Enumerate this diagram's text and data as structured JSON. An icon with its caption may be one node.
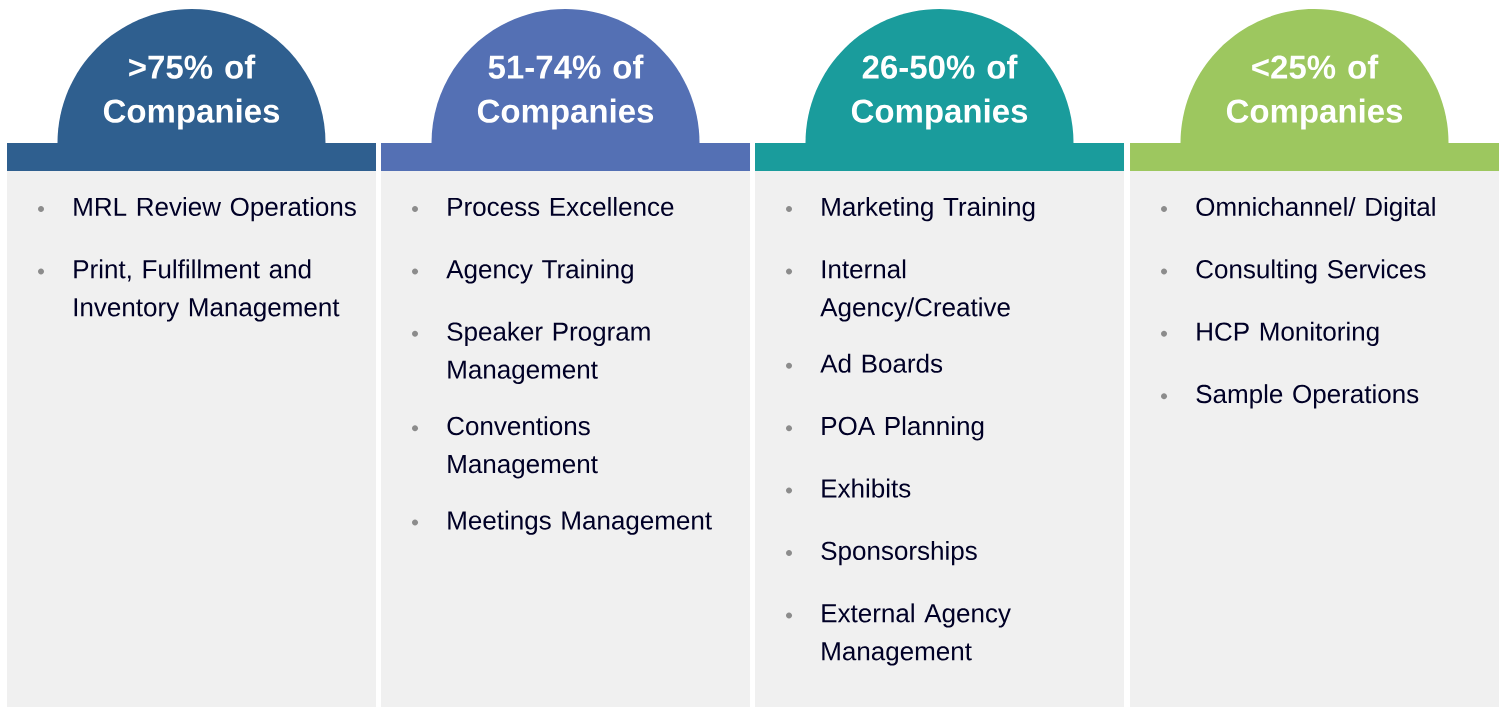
{
  "diagram": {
    "nodes": [
      {
        "text": [
          ">75% of Companies"
        ]
      },
      {
        "text": [
          "MRL Review Operations",
          "Print, Fulfillment and Inventory Management"
        ]
      },
      {
        "text": [
          "51-74% of Companies"
        ]
      },
      {
        "text": [
          "Process Excellence",
          "Agency Training",
          "Speaker Program Management",
          "Conventions Management",
          "Meetings Management"
        ]
      },
      {
        "text": [
          "26-50% of Companies"
        ]
      },
      {
        "text": [
          "Marketing Training",
          "Internal Agency/Creative",
          "Ad Boards",
          "POA Planning",
          "Exhibits",
          "Sponsorships",
          "External Agency Management"
        ]
      },
      {
        "text": [
          "<25% of Companies"
        ]
      },
      {
        "text": [
          "Omnichannel/ Digital",
          "Consulting Services",
          "HCP Monitoring",
          "Sample Operations"
        ]
      }
    ]
  }
}
